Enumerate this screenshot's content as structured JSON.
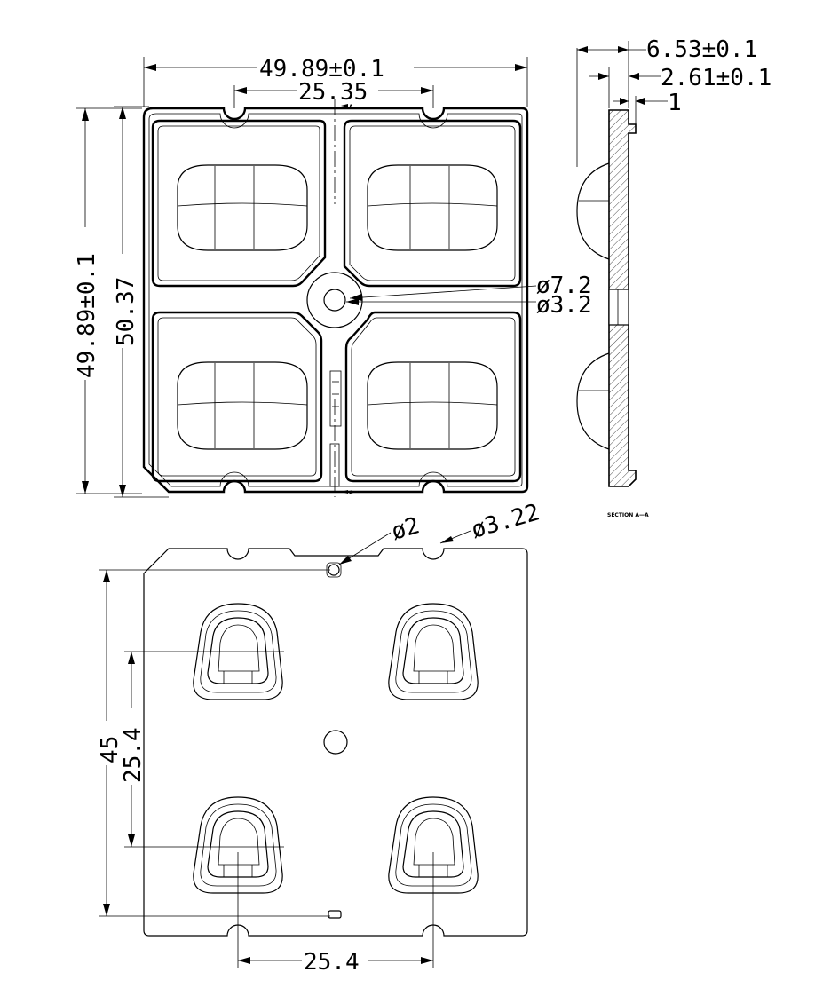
{
  "drawing": {
    "top_view": {
      "width_dim": "49.89±0.1",
      "notch_spacing_dim": "25.35",
      "height_dim": "49.89±0.1",
      "inner_height_dim": "50.37",
      "center_outer_dia": "ø7.2",
      "center_inner_dia": "ø3.2",
      "section_mark": "A"
    },
    "side_view": {
      "thickness_total_dim": "6.53±0.1",
      "thickness_base_dim": "2.61±0.1",
      "step_dim": "1",
      "section_label": "SECTION A—A"
    },
    "bottom_view": {
      "pin_hole_dia": "ø2",
      "notch_dia": "ø3.22",
      "height_dim": "45",
      "pitch_vertical_dim": "25.4",
      "pitch_horizontal_dim": "25.4"
    }
  }
}
